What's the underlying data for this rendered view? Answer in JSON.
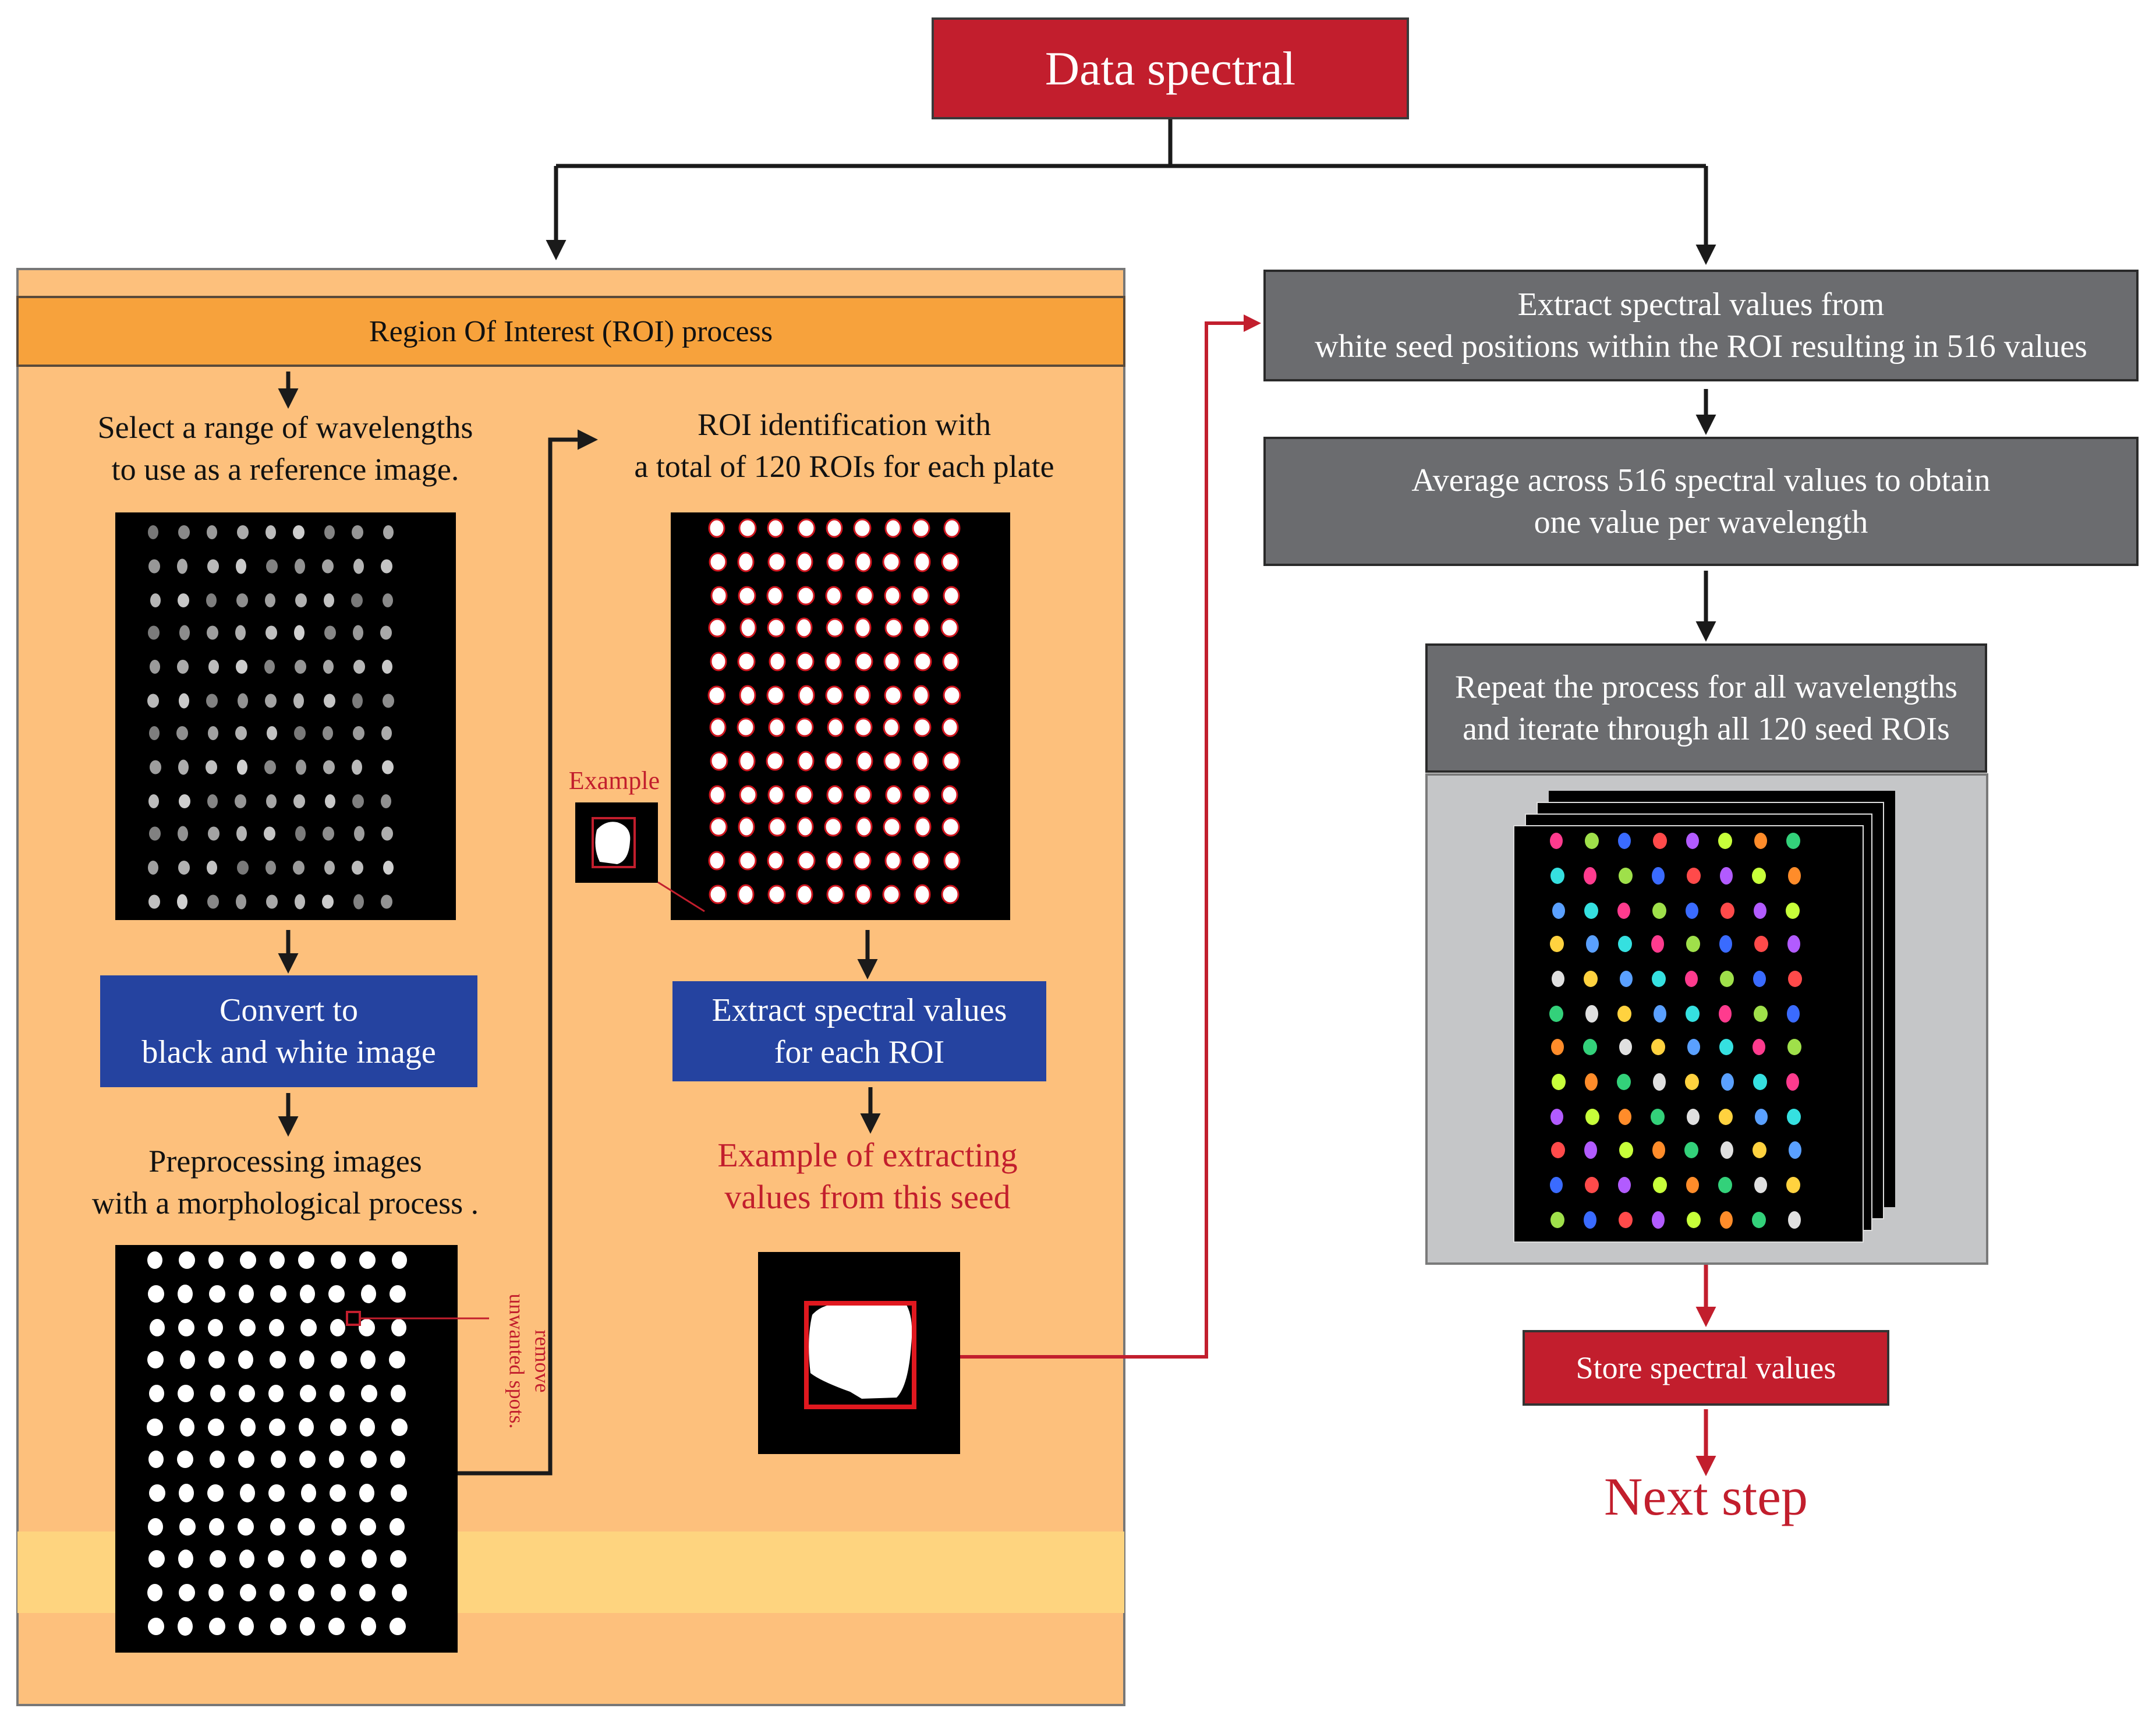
{
  "title": "Data spectral",
  "roi_panel": {
    "header": "Region Of Interest (ROI) process",
    "step_select": "Select a range of wavelengths\nto use as a reference image.",
    "step_convert": "Convert to\nblack and white image",
    "step_preprocess": "Preprocessing images\nwith a morphological process .",
    "remove_label": "remove\nunwanted spots.",
    "step_roi": "ROI identification with\na total of 120 ROIs for each plate",
    "example_label": "Example",
    "step_extract": "Extract spectral values\nfor each ROI",
    "example_extract": "Example of extracting\nvalues from this seed"
  },
  "right_flow": {
    "extract_white": "Extract spectral values from\nwhite seed positions within  the ROI resulting in 516 values",
    "average": "Average across 516 spectral values  to obtain\none value per wavelength",
    "repeat": "Repeat the process for all wavelengths\nand iterate through all 120 seed ROIs",
    "store": "Store spectral values",
    "next": "Next step"
  },
  "colors": {
    "red": "#c21e2d",
    "blue": "#2543a0",
    "gray": "#6b6c6f",
    "orange_panel": "#fdc07c",
    "orange_header": "#f7a23c"
  }
}
